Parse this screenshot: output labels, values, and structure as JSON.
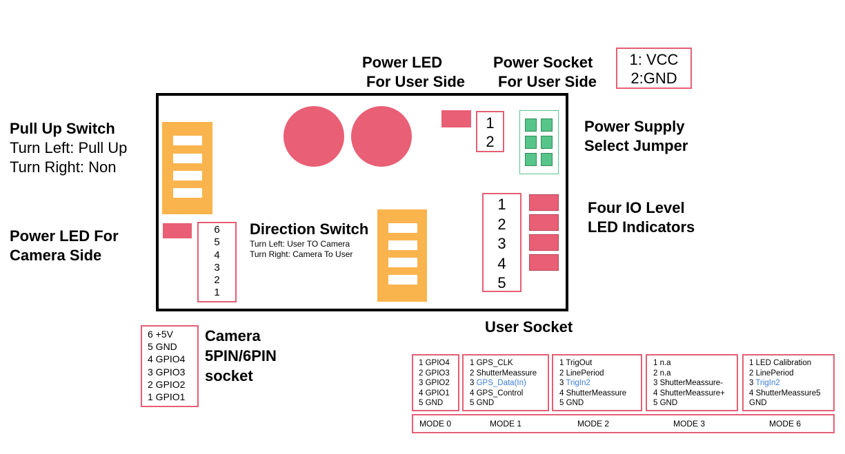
{
  "labels": {
    "power_led_user": [
      "Power LED",
      "For User Side"
    ],
    "power_socket_user": [
      "Power Socket",
      "For User Side"
    ],
    "vcc_gnd": [
      "1: VCC",
      "2:GND"
    ],
    "pull_up_title": "Pull Up Switch",
    "pull_up_lines": [
      "Turn Left: Pull Up",
      "Turn Right: Non"
    ],
    "power_supply": [
      "Power Supply",
      "Select Jumper"
    ],
    "four_io": [
      "Four IO Level",
      "LED Indicators"
    ],
    "power_led_camera": [
      "Power LED For",
      "Camera Side"
    ],
    "direction_title": "Direction Switch",
    "direction_lines": [
      "Turn Left: User TO Camera",
      "Turn Right: Camera To User"
    ],
    "user_socket": "User Socket",
    "camera_socket": [
      "Camera",
      "5PIN/6PIN",
      "socket"
    ]
  },
  "user_socket_pins": [
    "1",
    "2"
  ],
  "io_pins": [
    "1",
    "2",
    "3",
    "4",
    "5"
  ],
  "camera_side_pins": [
    "6",
    "5",
    "4",
    "3",
    "2",
    "1"
  ],
  "camera_pinout": [
    "6 +5V",
    "5 GND",
    "4 GPIO4",
    "3 GPIO3",
    "2 GPIO2",
    "1 GPIO1"
  ],
  "modes": [
    {
      "label": "MODE 0",
      "pins": [
        {
          "text": "1 GPIO4",
          "highlight": false
        },
        {
          "text": "2 GPIO3",
          "highlight": false
        },
        {
          "text": "3 GPIO2",
          "highlight": false
        },
        {
          "text": "4 GPIO1",
          "highlight": false
        },
        {
          "text": "5 GND",
          "highlight": false
        }
      ]
    },
    {
      "label": "MODE 1",
      "pins": [
        {
          "text": "1 GPS_CLK",
          "highlight": false
        },
        {
          "text": "2 ShutterMeassure",
          "highlight": false
        },
        {
          "text": "3 GPS_Data(In)",
          "highlight": true,
          "prefix": "3 ",
          "rest": "GPS_Data(In)"
        },
        {
          "text": "4 GPS_Control",
          "highlight": false
        },
        {
          "text": "5 GND",
          "highlight": false
        }
      ]
    },
    {
      "label": "MODE 2",
      "pins": [
        {
          "text": "1 TrigOut",
          "highlight": false
        },
        {
          "text": "2 LinePeriod",
          "highlight": false
        },
        {
          "text": "3 TrigIn2",
          "highlight": true,
          "prefix": "3 ",
          "rest": "TrigIn2"
        },
        {
          "text": "4 ShutterMeassure",
          "highlight": false
        },
        {
          "text": "5 GND",
          "highlight": false
        }
      ]
    },
    {
      "label": "MODE 3",
      "pins": [
        {
          "text": "1 n.a",
          "highlight": false
        },
        {
          "text": "2 n.a",
          "highlight": false
        },
        {
          "text": "3 ShutterMeassure-",
          "highlight": false
        },
        {
          "text": "4 ShutterMeassure+",
          "highlight": false
        },
        {
          "text": "5 GND",
          "highlight": false
        }
      ]
    },
    {
      "label": "MODE 6",
      "pins": [
        {
          "text": "1 LED Calibration",
          "highlight": false
        },
        {
          "text": "2 LinePeriod",
          "highlight": false
        },
        {
          "text": "3 TrigIn2",
          "highlight": true,
          "prefix": "3 ",
          "rest": "TrigIn2"
        },
        {
          "text": "4 ShutterMeassure5",
          "highlight": false
        },
        {
          "text": "GND",
          "highlight": false
        }
      ]
    }
  ],
  "colors": {
    "led": "#e95f75",
    "switch": "#f9b44e",
    "jumper": "#57c58a",
    "border": "#e45e74",
    "highlight_text": "#3b7dd8"
  }
}
